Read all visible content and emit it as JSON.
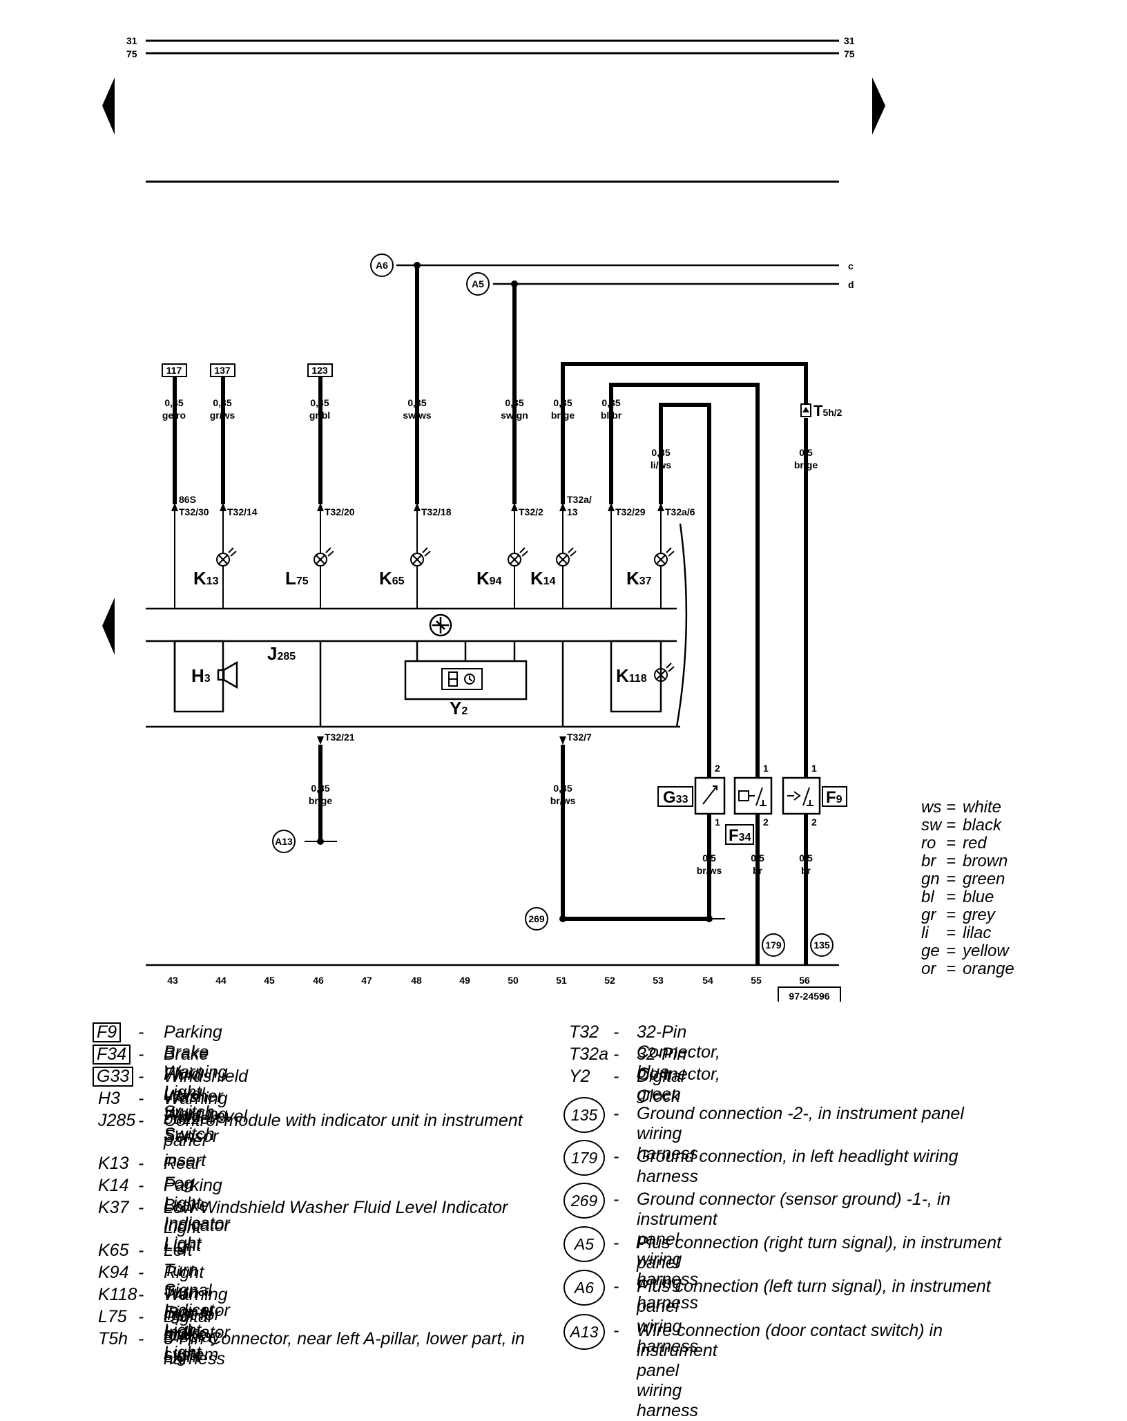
{
  "top_refs": {
    "left_top": "31",
    "left_bottom": "75",
    "right_top": "31",
    "right_bottom": "75"
  },
  "wire_ends": {
    "c": "c",
    "d": "d"
  },
  "terminal_boxes": [
    "117",
    "137",
    "123"
  ],
  "wires": [
    {
      "gauge": "0,35",
      "color": "ge/ro"
    },
    {
      "gauge": "0,35",
      "color": "gr/ws"
    },
    {
      "gauge": "0,35",
      "color": "gr/bl"
    },
    {
      "gauge": "0,35",
      "color": "sw/ws"
    },
    {
      "gauge": "0,35",
      "color": "sw/gn"
    },
    {
      "gauge": "0,35",
      "color": "br/ge"
    },
    {
      "gauge": "0,35",
      "color": "bl/br"
    },
    {
      "gauge": "0,35",
      "color": "li/ws"
    },
    {
      "gauge": "0,5",
      "color": "br/ge"
    },
    {
      "gauge": "0,35",
      "color": "br/ge"
    },
    {
      "gauge": "0,35",
      "color": "br/ws"
    },
    {
      "gauge": "0,5",
      "color": "br/ws"
    },
    {
      "gauge": "0,5",
      "color": "br"
    },
    {
      "gauge": "0,5",
      "color": "br"
    }
  ],
  "pins": [
    "86S",
    "T32/30",
    "T32/14",
    "T32/20",
    "T32/18",
    "T32/2",
    "T32a/",
    "13",
    "T32/29",
    "T32a/6",
    "T32/21",
    "T32/7"
  ],
  "connector_t5h": {
    "main": "T",
    "sub": "5h/2"
  },
  "components": {
    "K13": {
      "main": "K",
      "sub": "13"
    },
    "L75": {
      "main": "L",
      "sub": "75"
    },
    "K65": {
      "main": "K",
      "sub": "65"
    },
    "K94": {
      "main": "K",
      "sub": "94"
    },
    "K14": {
      "main": "K",
      "sub": "14"
    },
    "K37": {
      "main": "K",
      "sub": "37"
    },
    "J285": {
      "main": "J",
      "sub": "285"
    },
    "H3": {
      "main": "H",
      "sub": "3"
    },
    "Y2": {
      "main": "Y",
      "sub": "2"
    },
    "K118": {
      "main": "K",
      "sub": "118"
    },
    "G33": {
      "main": "G",
      "sub": "33"
    },
    "F34": {
      "main": "F",
      "sub": "34"
    },
    "F9": {
      "main": "F",
      "sub": "9"
    }
  },
  "sensor_pins": {
    "g33_top": "2",
    "g33_bottom": "1",
    "f34_top": "1",
    "f34_bottom": "2",
    "f9_top": "1",
    "f9_bottom": "2"
  },
  "circle_labels": {
    "a6": "A6",
    "a5": "A5",
    "a13": "A13",
    "g269": "269",
    "g179": "179",
    "g135": "135"
  },
  "scale_numbers": [
    "43",
    "44",
    "45",
    "46",
    "47",
    "48",
    "49",
    "50",
    "51",
    "52",
    "53",
    "54",
    "55",
    "56"
  ],
  "diagram_id": "97-24596",
  "color_key": [
    {
      "code": "ws",
      "name": "white"
    },
    {
      "code": "sw",
      "name": "black"
    },
    {
      "code": "ro",
      "name": "red"
    },
    {
      "code": "br",
      "name": "brown"
    },
    {
      "code": "gn",
      "name": "green"
    },
    {
      "code": "bl",
      "name": "blue"
    },
    {
      "code": "gr",
      "name": "grey"
    },
    {
      "code": "li",
      "name": "lilac"
    },
    {
      "code": "ge",
      "name": "yellow"
    },
    {
      "code": "or",
      "name": "orange"
    }
  ],
  "color_key_eq": "=",
  "dash": "-",
  "legend_left": [
    {
      "code": "F9",
      "desc": "Parking Brake Warning Light Switch"
    },
    {
      "code": "F34",
      "desc": "Brake Fluid Level Warning Switch"
    },
    {
      "code": "G33",
      "desc": "Windshield Washer Fluid Level Sensor"
    },
    {
      "code": "H3",
      "desc": "Warning buzzer"
    },
    {
      "code": "J285",
      "desc": "Control module with indicator unit in instrument",
      "desc2": "panel insert"
    },
    {
      "code": "K13",
      "desc": "Rear Fog Light Indicator Light"
    },
    {
      "code": "K14",
      "desc": "Parking Brake Indicator Light"
    },
    {
      "code": "K37",
      "desc": "Low Windshield Washer Fluid Level Indicator",
      "desc2": "Light"
    },
    {
      "code": "K65",
      "desc": "Left Turn Signal Indicator Light"
    },
    {
      "code": "K94",
      "desc": "Right Turn Signal Indicator Light"
    },
    {
      "code": "K118",
      "desc": "Warning light for brake system"
    },
    {
      "code": "L75",
      "desc": "Digital Display Light"
    },
    {
      "code": "T5h",
      "desc": "5-Pin Connector, near left A-pillar, lower part, in",
      "desc2": "harness"
    }
  ],
  "legend_right": [
    {
      "code": "T32",
      "desc": "32-Pin Connector, blue"
    },
    {
      "code": "T32a",
      "desc": "32-Pin Connector, green"
    },
    {
      "code": "Y2",
      "desc": "Digital Clock"
    },
    {
      "code": "135",
      "desc": "Ground connection -2-, in instrument panel",
      "desc2": "wiring harness"
    },
    {
      "code": "179",
      "desc": "Ground connection, in left headlight wiring",
      "desc2": "harness"
    },
    {
      "code": "269",
      "desc": "Ground connector (sensor ground) -1-, in",
      "desc2": "instrument panel wiring harness"
    },
    {
      "code": "A5",
      "desc": "Plus connection (right turn signal), in instrument",
      "desc2": "panel wiring harness"
    },
    {
      "code": "A6",
      "desc": "Plus connection (left turn signal), in instrument",
      "desc2": "panel wiring harness"
    },
    {
      "code": "A13",
      "desc": "Wire connection (door contact switch) in",
      "desc2": "instrument panel wiring harness"
    }
  ]
}
